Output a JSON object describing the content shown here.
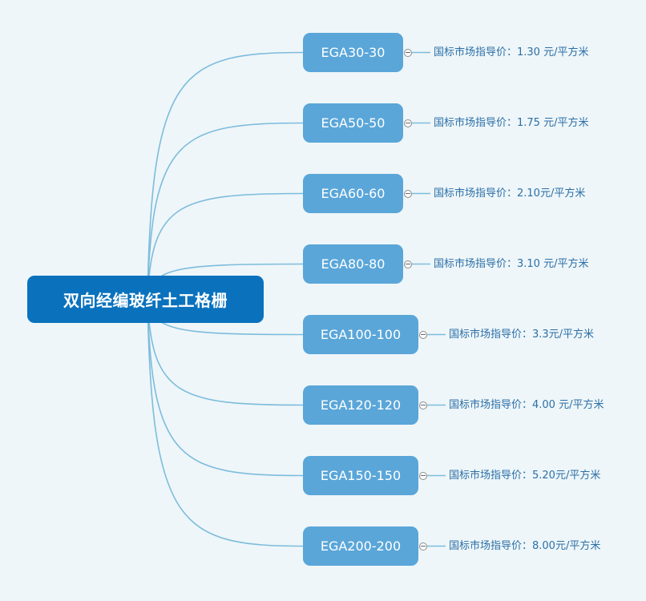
{
  "root": {
    "label": "双向经编玻纤土工格栅"
  },
  "branches": [
    {
      "label": "EGA30-30",
      "price": "国标市场指导价：1.30 元/平方米"
    },
    {
      "label": "EGA50-50",
      "price": "国标市场指导价：1.75 元/平方米"
    },
    {
      "label": "EGA60-60",
      "price": "国标市场指导价：2.10元/平方米"
    },
    {
      "label": "EGA80-80",
      "price": "国标市场指导价：3.10 元/平方米"
    },
    {
      "label": "EGA100-100",
      "price": "国标市场指导价：3.3元/平方米"
    },
    {
      "label": "EGA120-120",
      "price": "国标市场指导价：4.00 元/平方米"
    },
    {
      "label": "EGA150-150",
      "price": "国标市场指导价：5.20元/平方米"
    },
    {
      "label": "EGA200-200",
      "price": "国标市场指导价：8.00元/平方米"
    }
  ],
  "colors": {
    "background": "#eef6f9",
    "root_fill": "#0a72bd",
    "branch_fill": "#5aa6d9",
    "connector": "#7dbcdc",
    "price_text": "#2c6fa6"
  }
}
